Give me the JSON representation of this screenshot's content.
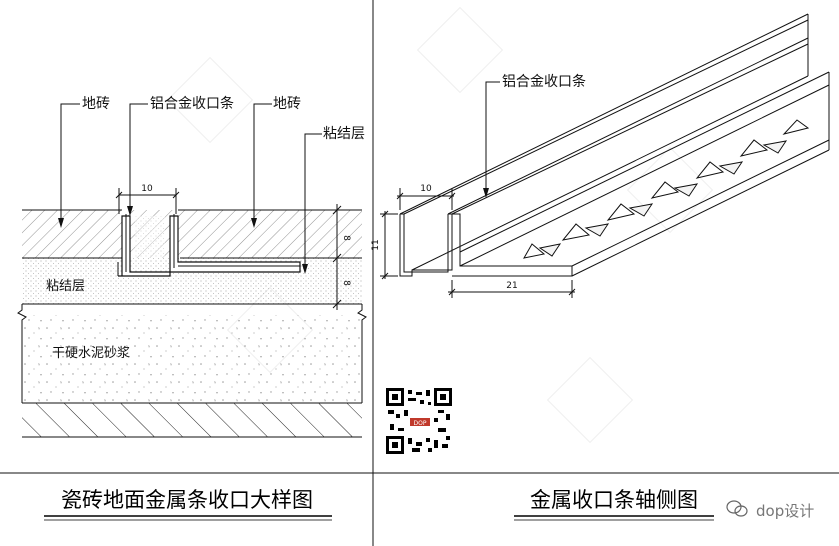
{
  "left_panel": {
    "label_tile_left": "地砖",
    "label_trim": "铝合金收口条",
    "label_tile_right": "地砖",
    "label_bond_right": "粘结层",
    "label_bond_left": "粘结层",
    "label_mortar": "干硬水泥砂浆",
    "dim_width": "10",
    "dim_tile_thickness": "8",
    "dim_bond_thickness": "8",
    "title": "瓷砖地面金属条收口大样图"
  },
  "right_panel": {
    "label_trim": "铝合金收口条",
    "dim_width": "10",
    "dim_height": "11",
    "dim_flange": "21",
    "title": "金属收口条轴侧图"
  },
  "watermark": {
    "text": "dop设计"
  },
  "qr_code": {
    "text": "DOP"
  }
}
